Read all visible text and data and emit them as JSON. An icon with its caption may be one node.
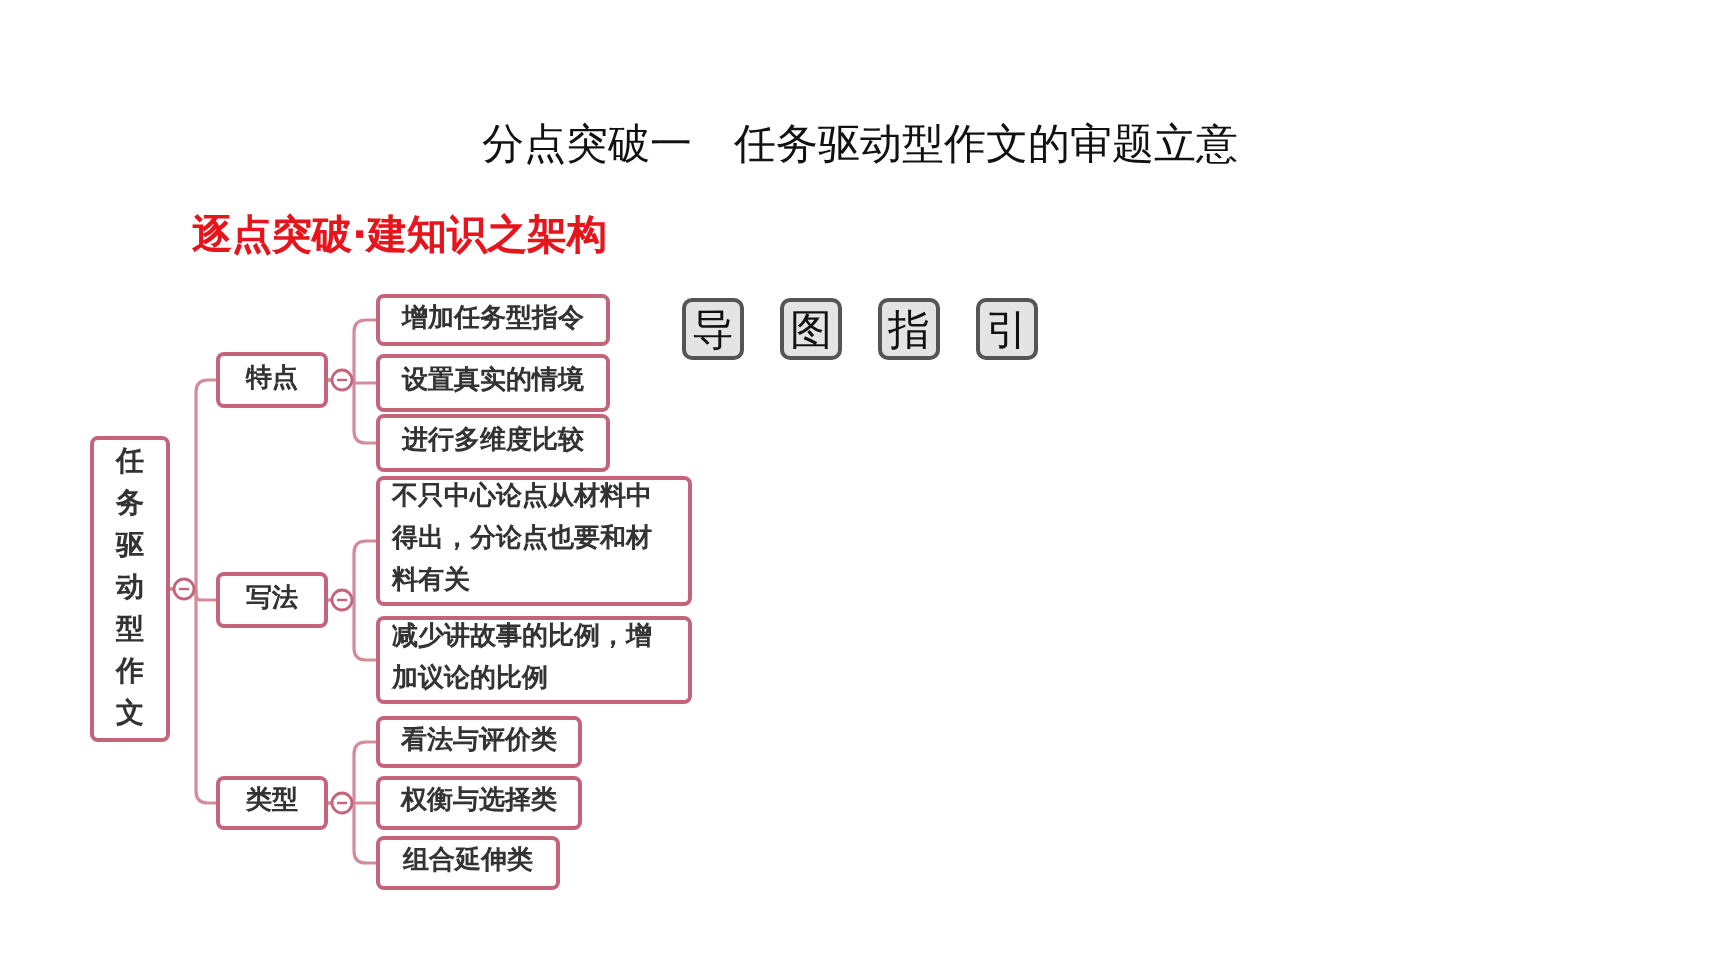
{
  "diagram": {
    "title": "分点突破一　任务驱动型作文的审题立意",
    "nodes": [
      {
        "text": [
          "任务驱动型作文"
        ]
      },
      {
        "text": [
          "特点"
        ]
      },
      {
        "text": [
          "写法"
        ]
      },
      {
        "text": [
          "类型"
        ]
      },
      {
        "text": [
          "增加任务型指令"
        ]
      },
      {
        "text": [
          "设置真实的情境"
        ]
      },
      {
        "text": [
          "进行多维度比较"
        ]
      },
      {
        "text": [
          "不只中心论点从材料中得出，分论点也要和材料有关"
        ]
      },
      {
        "text": [
          "减少讲故事的比例，增加议论的比例"
        ]
      },
      {
        "text": [
          "看法与评价类"
        ]
      },
      {
        "text": [
          "权衡与选择类"
        ]
      },
      {
        "text": [
          "组合延伸类"
        ]
      }
    ],
    "edges": [
      {
        "from": 0,
        "to": 1,
        "arrow": "none"
      },
      {
        "from": 0,
        "to": 2,
        "arrow": "none"
      },
      {
        "from": 0,
        "to": 3,
        "arrow": "none"
      },
      {
        "from": 1,
        "to": 4,
        "arrow": "none"
      },
      {
        "from": 1,
        "to": 5,
        "arrow": "none"
      },
      {
        "from": 1,
        "to": 6,
        "arrow": "none"
      },
      {
        "from": 2,
        "to": 7,
        "arrow": "none"
      },
      {
        "from": 2,
        "to": 8,
        "arrow": "none"
      },
      {
        "from": 3,
        "to": 9,
        "arrow": "none"
      },
      {
        "from": 3,
        "to": 10,
        "arrow": "none"
      },
      {
        "from": 3,
        "to": 11,
        "arrow": "none"
      }
    ],
    "labels": [
      "逐点突破·建知识之架构",
      "导",
      "图",
      "指",
      "引"
    ]
  }
}
